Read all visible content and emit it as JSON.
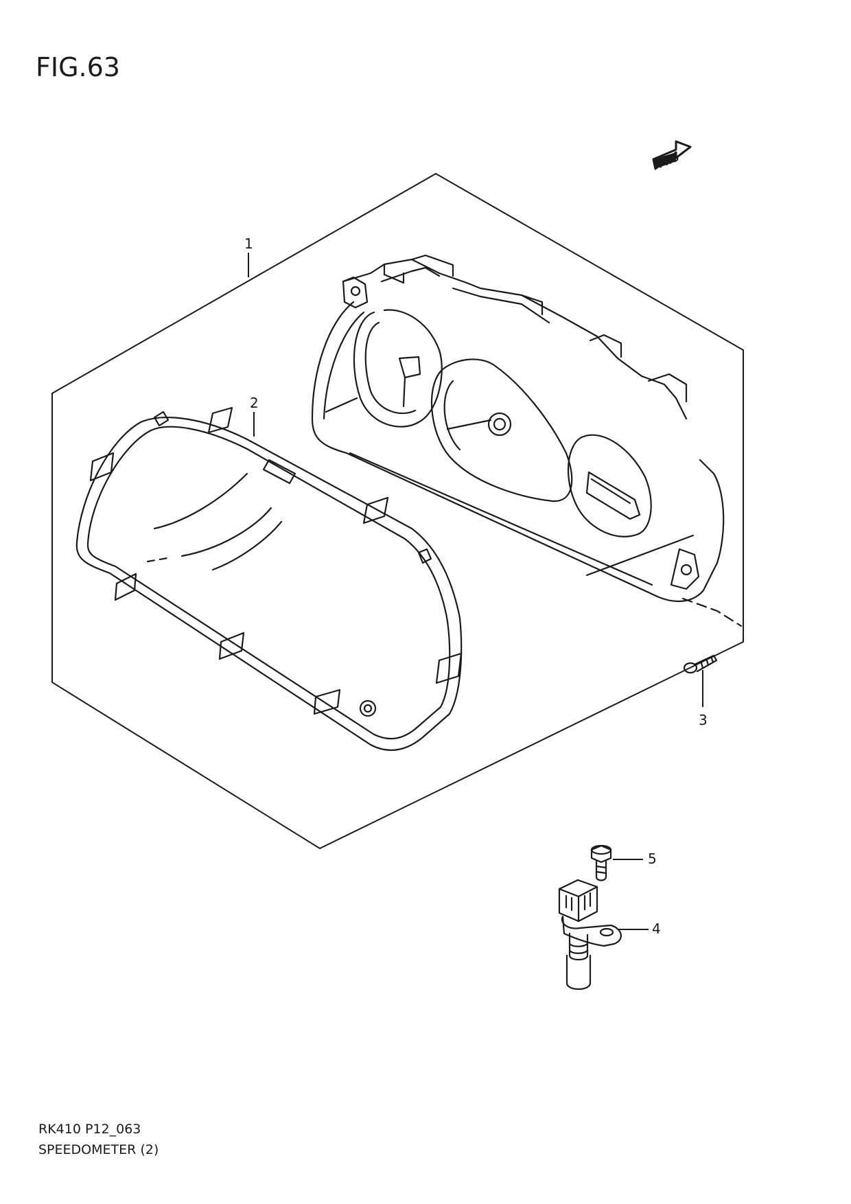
{
  "figure": {
    "title": "FIG.63"
  },
  "direction_marker": {
    "label": "FWD"
  },
  "callouts": [
    {
      "number": "1"
    },
    {
      "number": "2"
    },
    {
      "number": "3"
    },
    {
      "number": "4"
    },
    {
      "number": "5"
    }
  ],
  "footer": {
    "model_code": "RK410 P12_063",
    "section_name": "SPEEDOMETER (2)"
  },
  "colors": {
    "line": "#1a1a1a",
    "background": "#ffffff"
  }
}
